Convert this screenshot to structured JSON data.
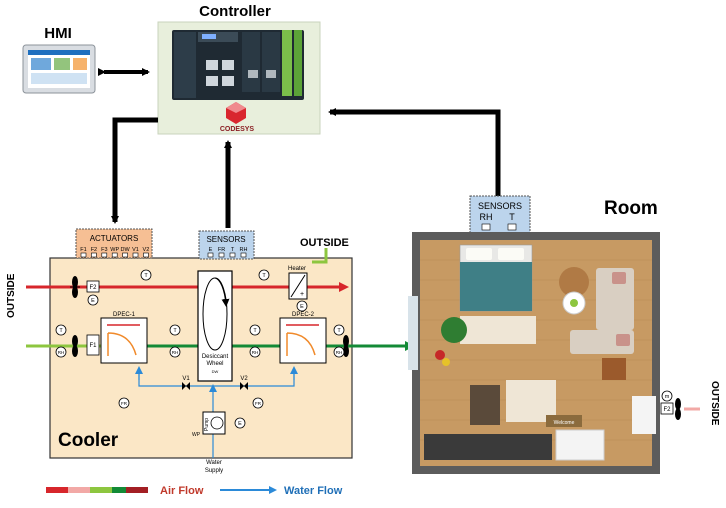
{
  "labels": {
    "controller": "Controller",
    "hmi": "HMI",
    "codesys": "CODESYS",
    "room": "Room",
    "cooler": "Cooler",
    "outside": "OUTSIDE",
    "actuators": "ACTUATORS",
    "actuator_items": [
      "F1",
      "F2",
      "F3",
      "WP",
      "DW",
      "V1",
      "V2"
    ],
    "sensors": "SENSORS",
    "sensor_items": [
      "E",
      "FR",
      "T",
      "RH"
    ],
    "room_sensors": "SENSORS",
    "room_sensor_items": [
      "RH",
      "T"
    ],
    "heater": "Heater",
    "dpec1": "DPEC-1",
    "dpec2": "DPEC-2",
    "desiccant": "Desiccant",
    "wheel": "Wheel",
    "dw": "DW",
    "water_supply_1": "Water",
    "water_supply_2": "Supply",
    "pump": "Pump",
    "wp": "WP",
    "v1": "V1",
    "v2": "V2",
    "legend_air": "Air Flow",
    "legend_water": "Water Flow",
    "welcome_mat": "Welcome"
  },
  "sensor_tags": {
    "t": "T",
    "e": "E",
    "rh": "RH",
    "fr": "FR",
    "f1": "F1",
    "f2": "F2",
    "f3": "F3",
    "m": "m"
  },
  "colors": {
    "controller_bg": "#e8efdc",
    "cooler_bg": "#fbe7c6",
    "cooler_border": "#333333",
    "actuators_bg": "#f6bf94",
    "sensors_bg": "#bcd4ec",
    "air_red": "#d7262b",
    "air_green_light": "#8dc63f",
    "air_green_dark": "#138a36",
    "air_light_pink": "#f2a9a6",
    "water_blue": "#2b8ad8",
    "black": "#000000",
    "room_floor": "#c79a63",
    "room_wall": "#5c5c5c"
  }
}
